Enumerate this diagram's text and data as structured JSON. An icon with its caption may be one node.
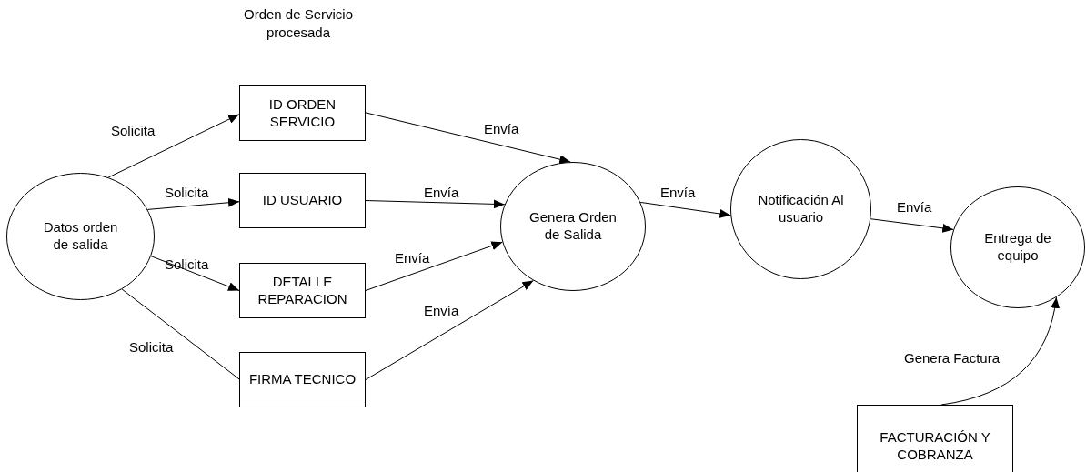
{
  "diagram": {
    "nodes": [
      {
        "text": [
          "Datos orden de salida"
        ]
      },
      {
        "text": [
          "ID ORDEN SERVICIO"
        ]
      },
      {
        "text": [
          "ID USUARIO"
        ]
      },
      {
        "text": [
          "DETALLE REPARACION"
        ]
      },
      {
        "text": [
          "FIRMA TECNICO"
        ]
      },
      {
        "text": [
          "Genera Orden de Salida"
        ]
      },
      {
        "text": [
          "Notificación Al usuario"
        ]
      },
      {
        "text": [
          "Entrega de equipo"
        ]
      },
      {
        "text": [
          "FACTURACIÓN Y COBRANZA"
        ]
      }
    ],
    "edges": [
      {
        "from": 0,
        "to": 1,
        "arrow": "to",
        "label": "Solicita"
      },
      {
        "from": 0,
        "to": 2,
        "arrow": "to",
        "label": "Solicita"
      },
      {
        "from": 0,
        "to": 3,
        "arrow": "to",
        "label": "Solicita"
      },
      {
        "from": 0,
        "to": 4,
        "arrow": "none",
        "label": "Solicita"
      },
      {
        "from": 1,
        "to": 5,
        "arrow": "to",
        "label": "Envía"
      },
      {
        "from": 2,
        "to": 5,
        "arrow": "to",
        "label": "Envía"
      },
      {
        "from": 3,
        "to": 5,
        "arrow": "to",
        "label": "Envía"
      },
      {
        "from": 4,
        "to": 5,
        "arrow": "to",
        "label": "Envía"
      },
      {
        "from": 5,
        "to": 6,
        "arrow": "to",
        "label": "Envía"
      },
      {
        "from": 6,
        "to": 7,
        "arrow": "to",
        "label": "Envía"
      },
      {
        "from": 8,
        "to": 7,
        "arrow": "to",
        "label": "Genera Factura"
      }
    ],
    "labels": [
      "Orden de Servicio procesada"
    ]
  }
}
